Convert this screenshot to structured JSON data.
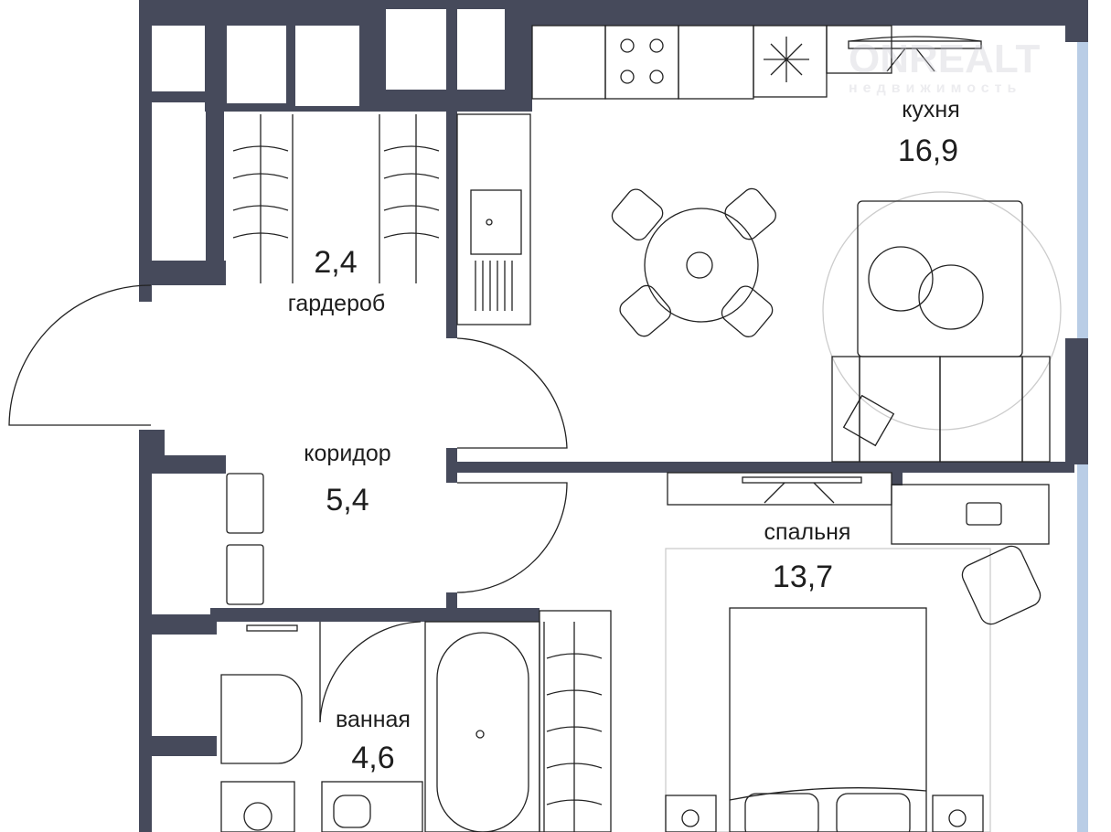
{
  "watermark": {
    "brand": "ONREALT",
    "sub": "недвижимость"
  },
  "rooms": {
    "kitchen": {
      "name": "кухня",
      "area": "16,9"
    },
    "wardrobe": {
      "name": "гардероб",
      "area": "2,4"
    },
    "corridor": {
      "name": "коридор",
      "area": "5,4"
    },
    "bedroom": {
      "name": "спальня",
      "area": "13,7"
    },
    "bathroom": {
      "name": "ванная",
      "area": "4,6"
    }
  },
  "colors": {
    "wall": "#464a5b",
    "window": "#b9cde6"
  }
}
